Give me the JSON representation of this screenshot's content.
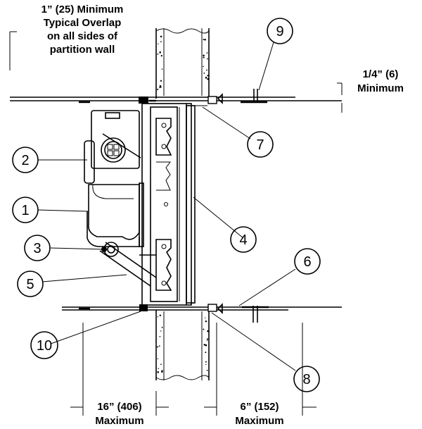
{
  "notes": {
    "overlap": [
      "1” (25) Minimum",
      "Typical Overlap",
      "on all sides of",
      "partition wall"
    ],
    "min_quarter": [
      "1/4” (6)",
      "Minimum"
    ],
    "dim_16": [
      "16” (406)",
      "Maximum"
    ],
    "dim_6": [
      "6” (152)",
      "Maximum"
    ]
  },
  "callouts": [
    "1",
    "2",
    "3",
    "4",
    "5",
    "6",
    "7",
    "8",
    "9",
    "10"
  ]
}
